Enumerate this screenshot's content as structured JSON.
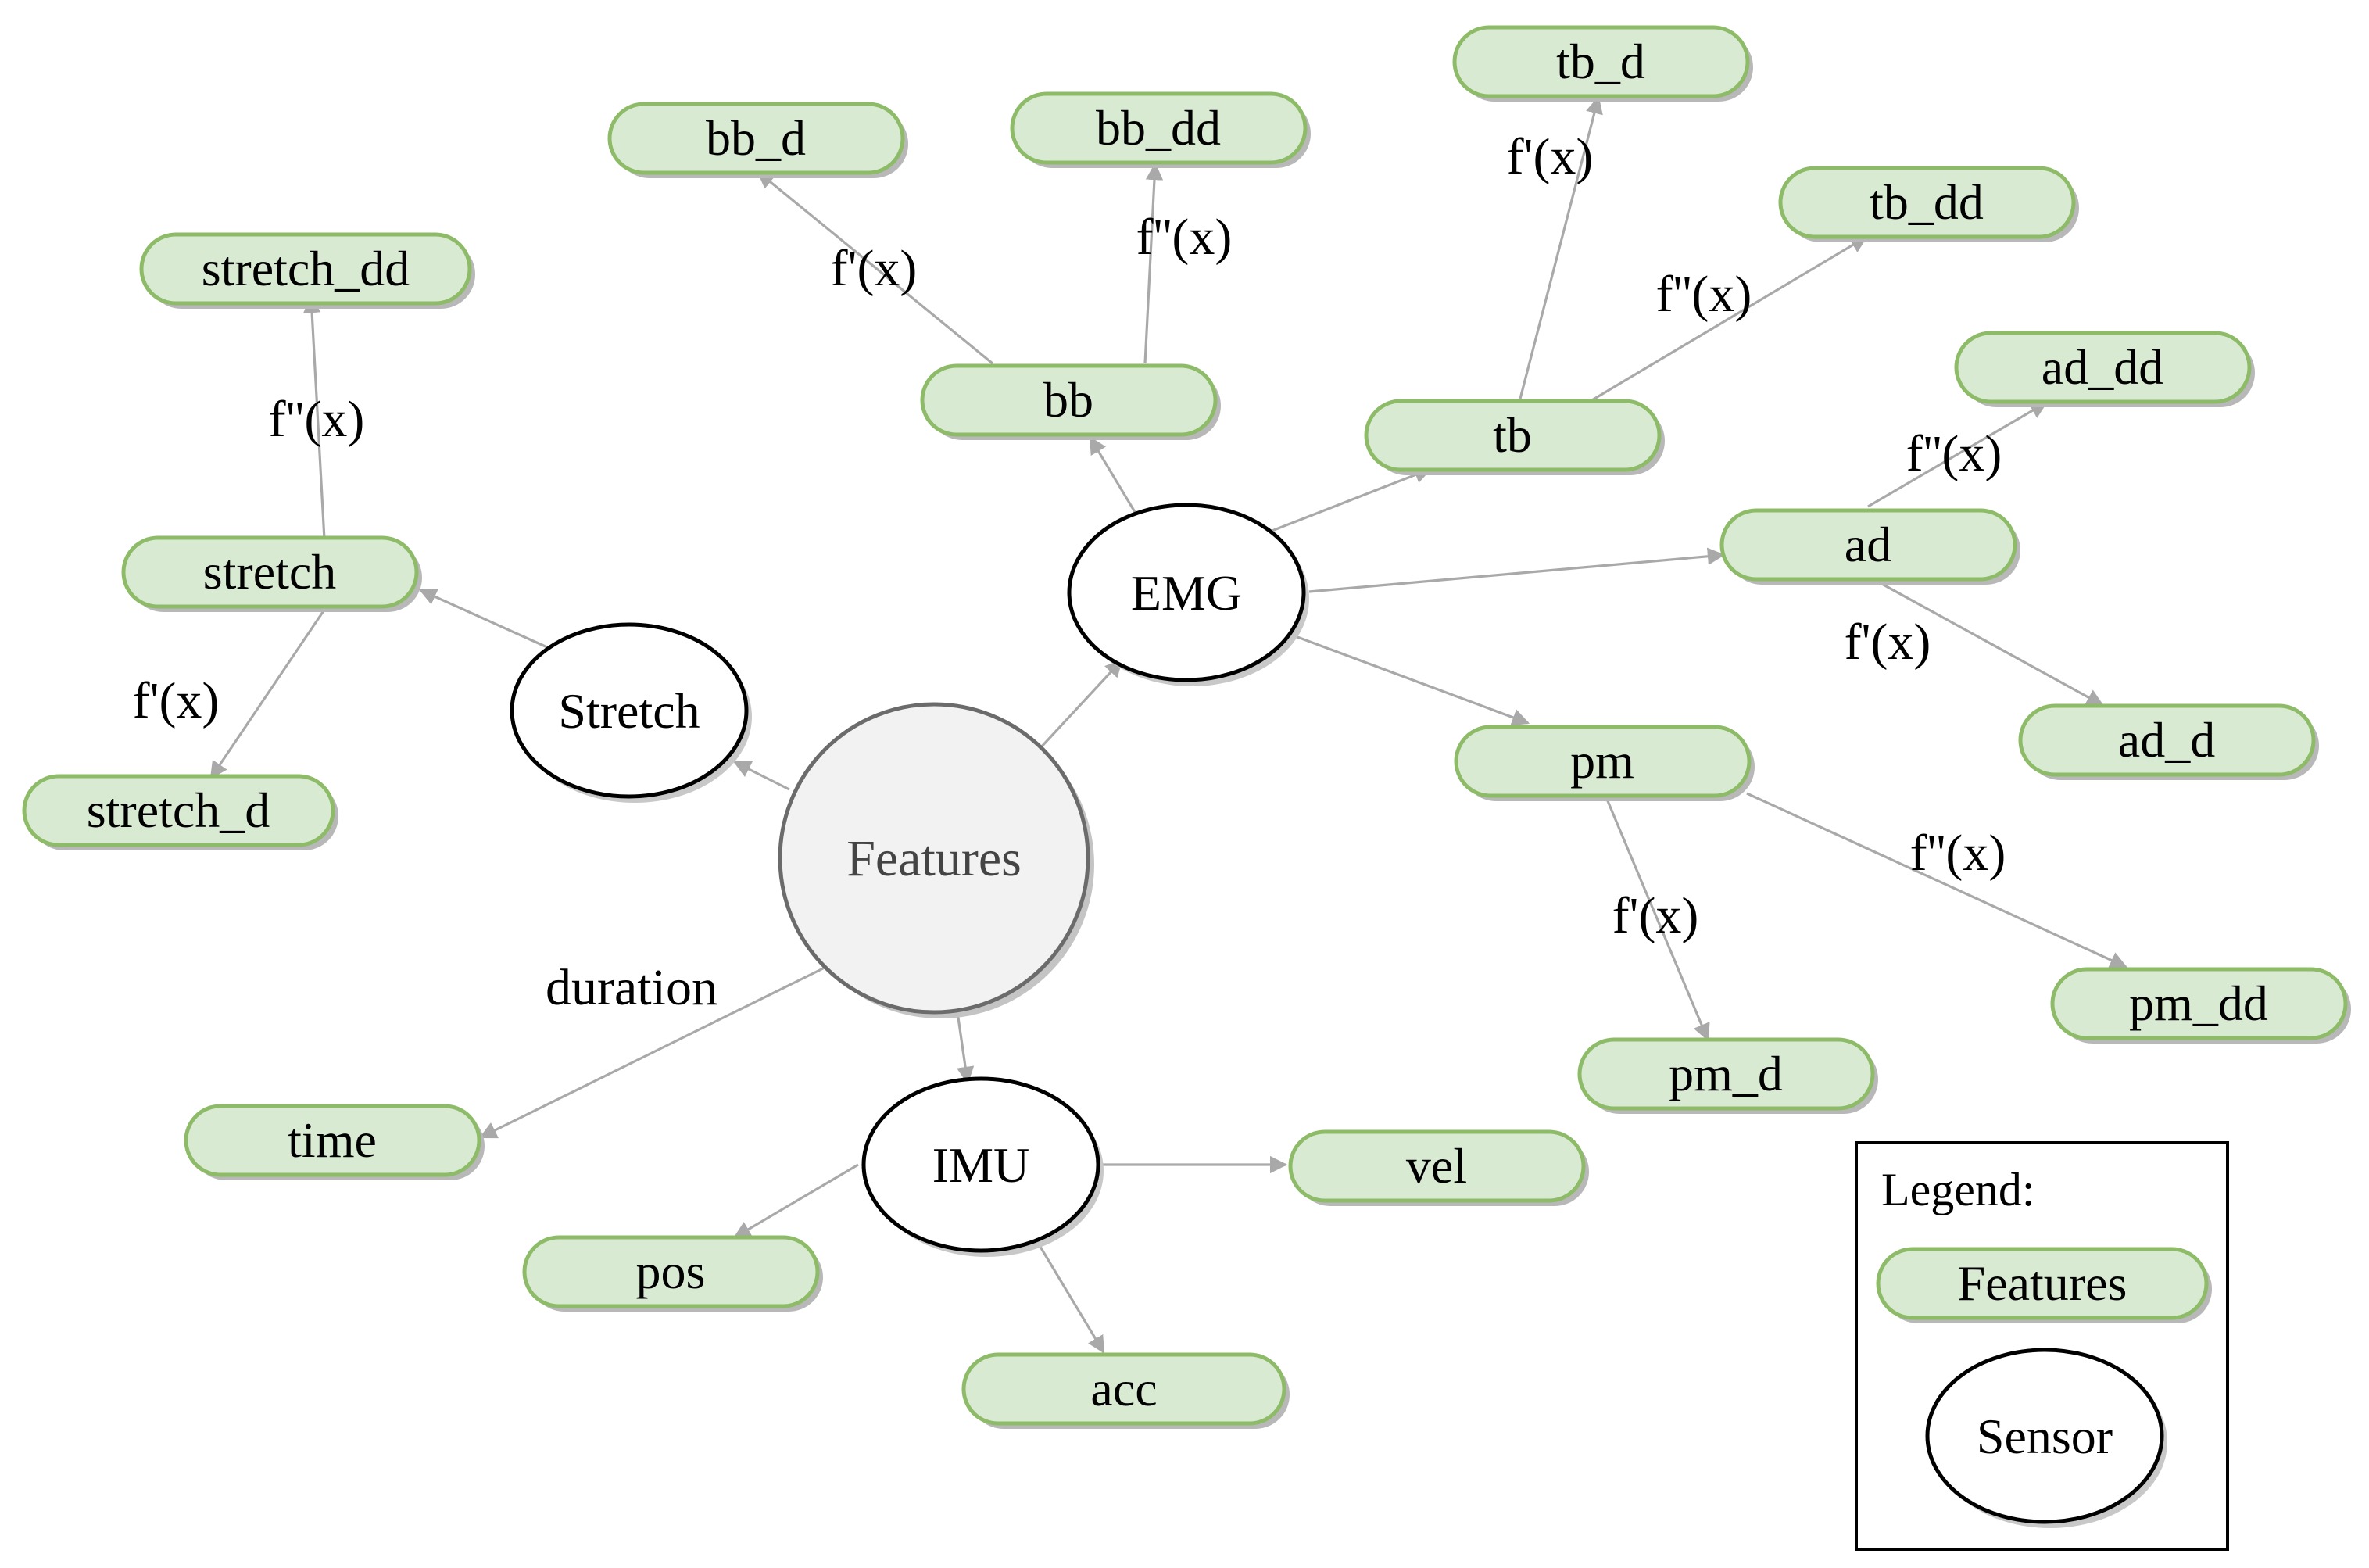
{
  "nodes": {
    "features": "Features",
    "emg": "EMG",
    "stretch_sensor": "Stretch",
    "imu": "IMU",
    "bb": "bb",
    "bb_d": "bb_d",
    "bb_dd": "bb_dd",
    "tb": "tb",
    "tb_d": "tb_d",
    "tb_dd": "tb_dd",
    "ad": "ad",
    "ad_d": "ad_d",
    "ad_dd": "ad_dd",
    "pm": "pm",
    "pm_d": "pm_d",
    "pm_dd": "pm_dd",
    "stretch": "stretch",
    "stretch_d": "stretch_d",
    "stretch_dd": "stretch_dd",
    "time": "time",
    "pos": "pos",
    "vel": "vel",
    "acc": "acc"
  },
  "edge_labels": {
    "first_derivative": "f'(x)",
    "second_derivative": "f''(x)",
    "duration": "duration"
  },
  "legend": {
    "title": "Legend:",
    "features_item": "Features",
    "sensor_item": "Sensor"
  },
  "colors": {
    "feature_fill": "#d9ead3",
    "feature_border": "#8dbb68",
    "edge": "#a9a9a9"
  }
}
